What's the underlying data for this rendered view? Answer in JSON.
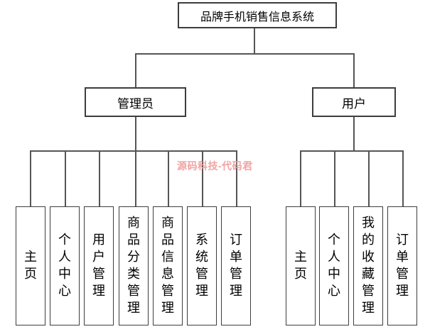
{
  "diagram": {
    "root": {
      "label": "品牌手机销售信息系统"
    },
    "branches": [
      {
        "label": "管理员",
        "children": [
          "主页",
          "个人中心",
          "用户管理",
          "商品分类管理",
          "商品信息管理",
          "系统管理",
          "订单管理"
        ]
      },
      {
        "label": "用户",
        "children": [
          "主页",
          "个人中心",
          "我的收藏管理",
          "订单管理"
        ]
      }
    ],
    "watermark": "源码科技-代码君",
    "colors": {
      "connector": "#555555",
      "box_border": "#3d3d3d",
      "text": "#000000",
      "watermark": "#f2a3a3",
      "background": "#ffffff"
    }
  }
}
